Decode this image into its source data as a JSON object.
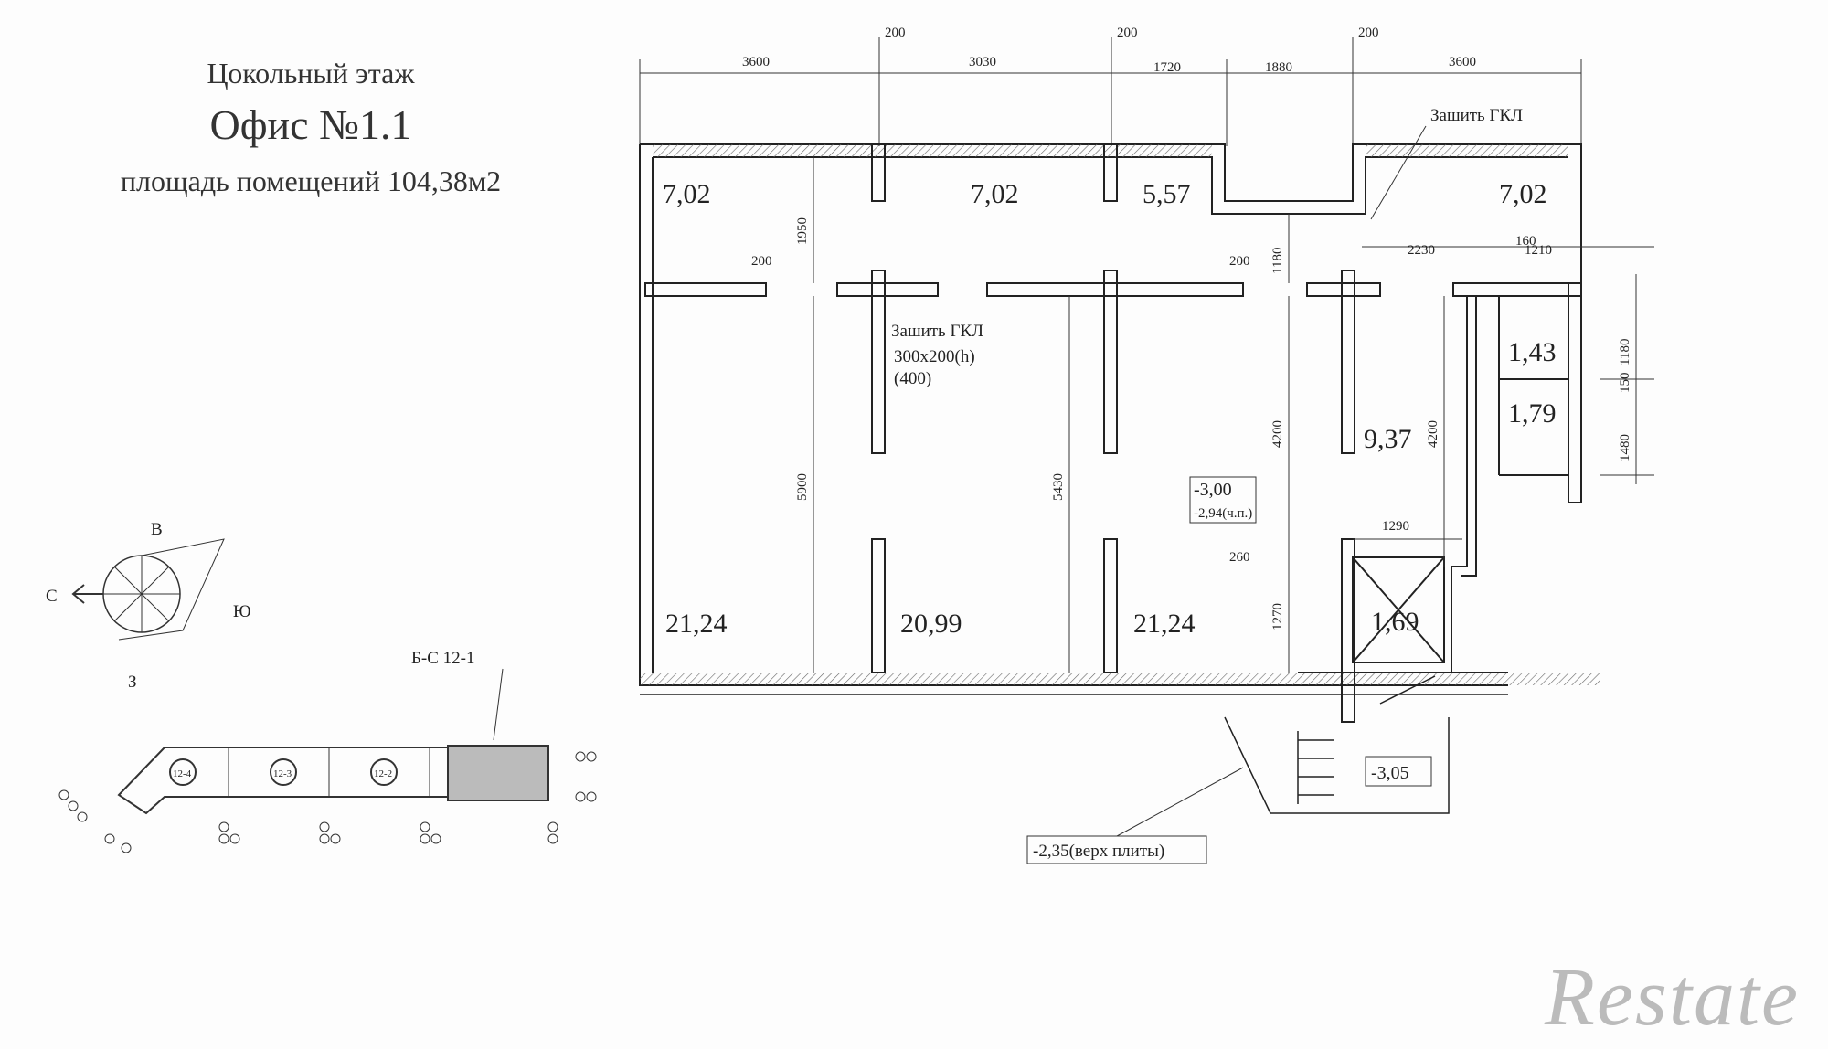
{
  "header": {
    "floor": "Цокольный этаж",
    "office": "Офис №1.1",
    "total_area": "площадь помещений 104,38м2"
  },
  "compass": {
    "north": "С",
    "east": "В",
    "south": "Ю",
    "west": "З"
  },
  "site_plan": {
    "block_label": "Б-С 12-1",
    "sections": [
      "12-4",
      "12-3",
      "12-2"
    ]
  },
  "dimensions": {
    "top": [
      "3600",
      "200",
      "3030",
      "200",
      "1720",
      "1880",
      "200",
      "3600"
    ],
    "inner": [
      "1950",
      "200",
      "200",
      "1180",
      "2230",
      "160",
      "1210",
      "5900",
      "5430",
      "4200",
      "4200",
      "1180",
      "150",
      "1480",
      "1290",
      "260",
      "1270"
    ]
  },
  "rooms": [
    {
      "id": "r1",
      "area": "7,02"
    },
    {
      "id": "r2",
      "area": "7,02"
    },
    {
      "id": "r3",
      "area": "5,57"
    },
    {
      "id": "r4",
      "area": "7,02"
    },
    {
      "id": "r5",
      "area": "21,24"
    },
    {
      "id": "r6",
      "area": "20,99"
    },
    {
      "id": "r7",
      "area": "21,24"
    },
    {
      "id": "r8",
      "area": "9,37"
    },
    {
      "id": "r9",
      "area": "1,43"
    },
    {
      "id": "r10",
      "area": "1,79"
    },
    {
      "id": "r11",
      "area": "1,69"
    }
  ],
  "notes": {
    "gkl_top": "Зашить ГКЛ",
    "gkl_mid": "Зашить ГКЛ",
    "beam_size": "300х200(h)",
    "beam_sub": "(400)",
    "level_main": "-3,00",
    "level_main_sub": "-2,94(ч.п.)",
    "level_stair": "-3,05",
    "slab_top": "-2,35(верх плиты)"
  },
  "watermark": "Restate"
}
